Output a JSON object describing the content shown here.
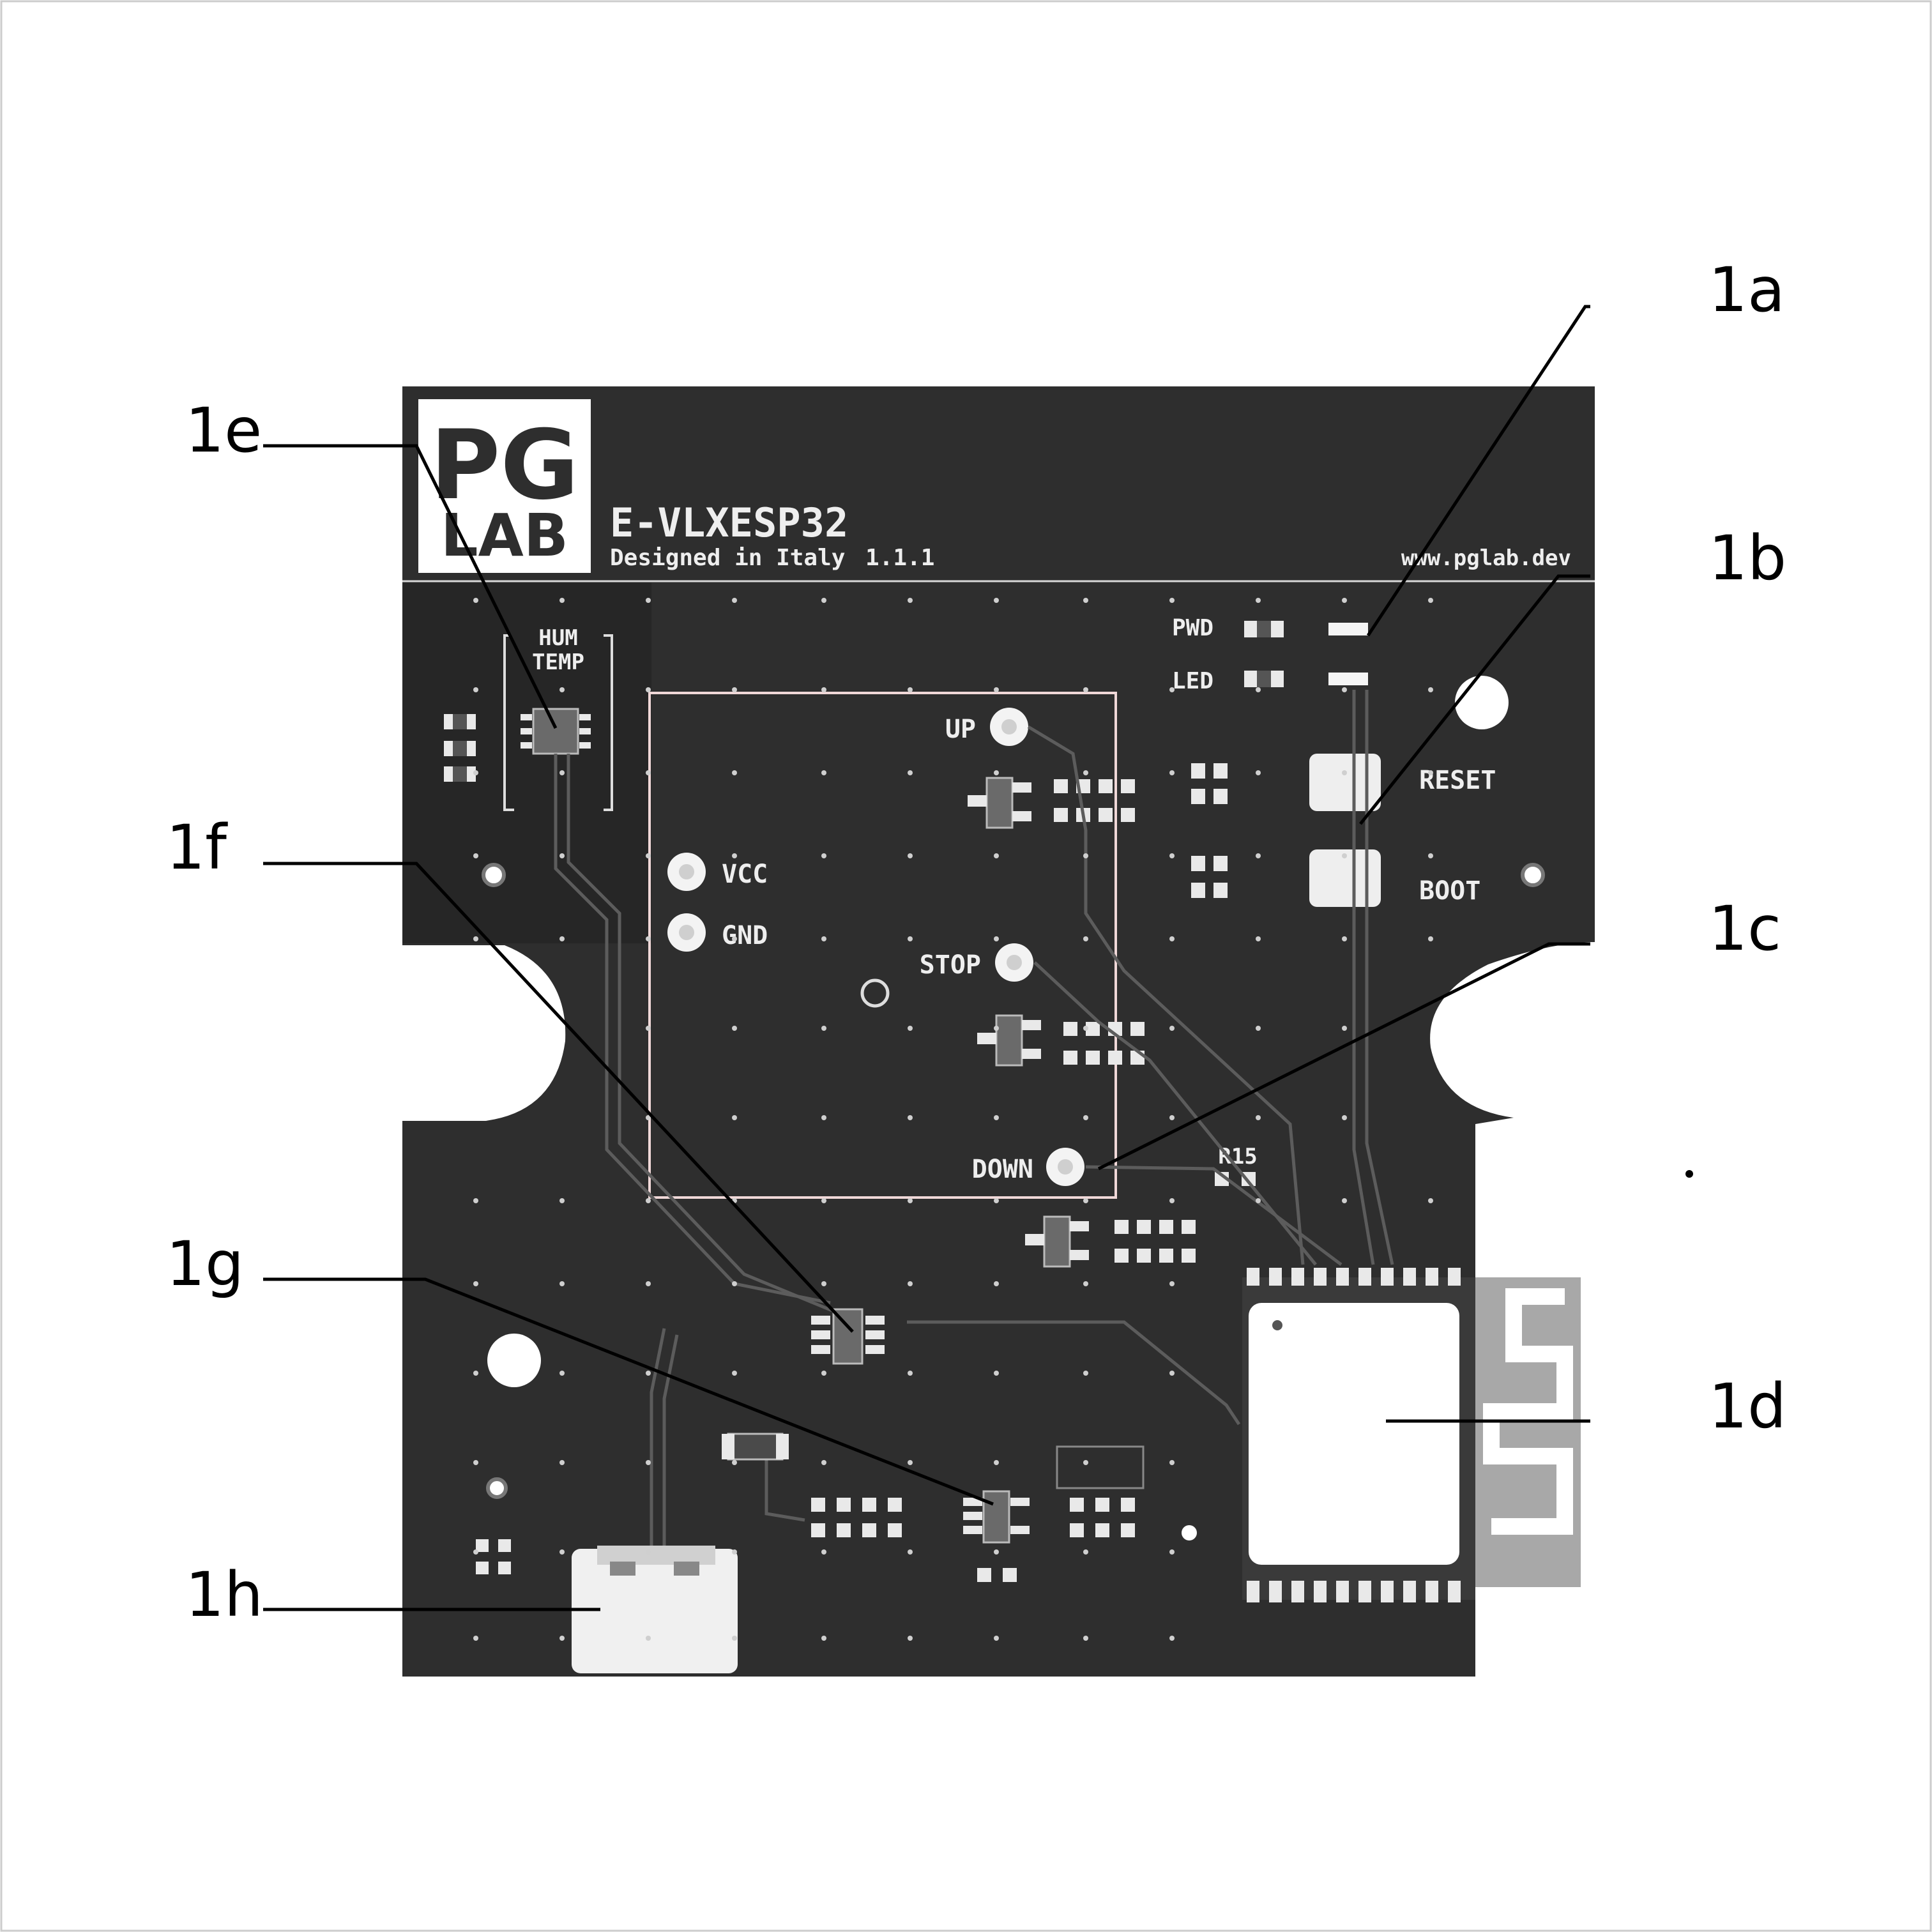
{
  "logo": {
    "line1": "PG",
    "line2": "LAB"
  },
  "board": {
    "name": "E-VLXESP32",
    "tagline": "Designed in Italy",
    "version": "1.1.1",
    "website": "www.pglab.dev",
    "colors": {
      "pcb": "#2e2e2e",
      "silkscreen": "#eeeeee",
      "copper_trace": "#5c5c5c",
      "pad": "#e9e9e9"
    }
  },
  "silkscreen": {
    "hum": "HUM",
    "temp": "TEMP",
    "pwd": "PWD",
    "led": "LED",
    "reset": "RESET",
    "boot": "BOOT",
    "up": "UP",
    "stop": "STOP",
    "down": "DOWN",
    "vcc": "VCC",
    "gnd": "GND",
    "r15": "R15"
  },
  "callouts": {
    "1a": "1a",
    "1b": "1b",
    "1c": "1c",
    "1d": "1d",
    "1e": "1e",
    "1f": "1f",
    "1g": "1g",
    "1h": "1h"
  }
}
